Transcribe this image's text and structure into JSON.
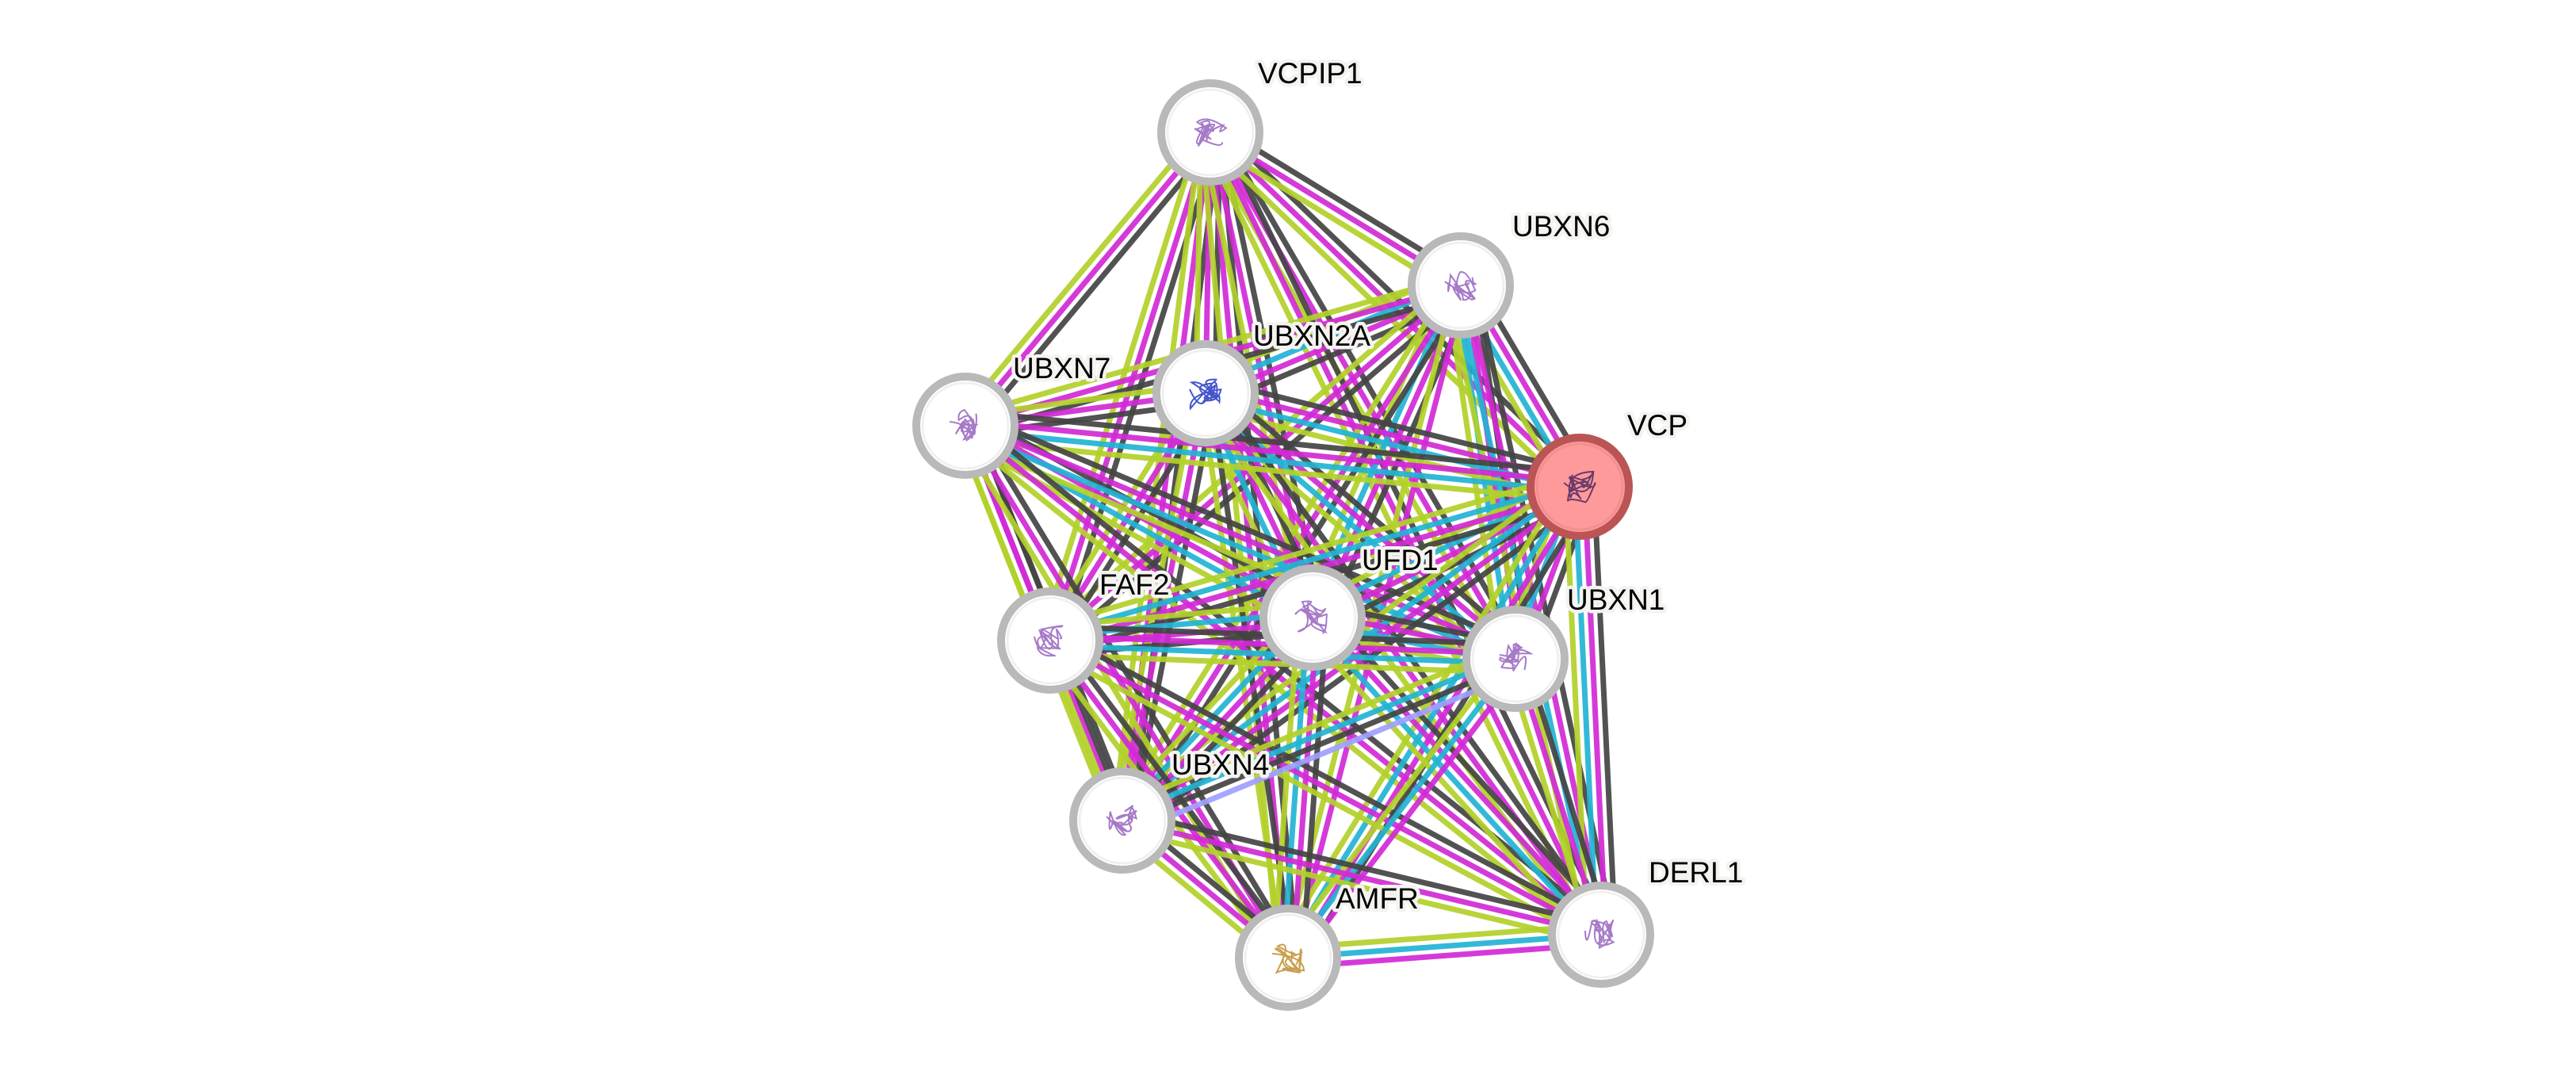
{
  "title": "STRING protein interaction network",
  "channel_colors": {
    "experiments": "#d22ad6",
    "databases": "#22b4d4",
    "textmining": "#b2d12a",
    "coexpression": "#444444",
    "homology": "#a0a0ff"
  },
  "node_style": {
    "ring_color": "#b9b9b9",
    "query_fill": "#ff9a9a",
    "query_ring": "#bb5555",
    "label_halo": "#f4f3ef"
  },
  "nodes": [
    {
      "id": "VCPIP1",
      "label": "VCPIP1",
      "query": false,
      "structure_color": "#a67ac8"
    },
    {
      "id": "UBXN6",
      "label": "UBXN6",
      "query": false,
      "structure_color": "#a67ac8"
    },
    {
      "id": "UBXN2A",
      "label": "UBXN2A",
      "query": false,
      "structure_color": "#4455cc"
    },
    {
      "id": "UBXN7",
      "label": "UBXN7",
      "query": false,
      "structure_color": "#a67ac8"
    },
    {
      "id": "VCP",
      "label": "VCP",
      "query": true,
      "structure_color": "#6a3a6a"
    },
    {
      "id": "UFD1",
      "label": "UFD1",
      "query": false,
      "structure_color": "#a67ac8"
    },
    {
      "id": "FAF2",
      "label": "FAF2",
      "query": false,
      "structure_color": "#a67ac8"
    },
    {
      "id": "UBXN1",
      "label": "UBXN1",
      "query": false,
      "structure_color": "#a67ac8"
    },
    {
      "id": "UBXN4",
      "label": "UBXN4",
      "query": false,
      "structure_color": "#a67ac8"
    },
    {
      "id": "AMFR",
      "label": "AMFR",
      "query": false,
      "structure_color": "#c8a050"
    },
    {
      "id": "DERL1",
      "label": "DERL1",
      "query": false,
      "structure_color": "#a67ac8"
    }
  ],
  "edges": [
    {
      "a": "VCPIP1",
      "b": "UBXN7",
      "channels": [
        "coexpression",
        "experiments",
        "textmining"
      ]
    },
    {
      "a": "VCPIP1",
      "b": "FAF2",
      "channels": [
        "coexpression",
        "experiments",
        "textmining"
      ]
    },
    {
      "a": "VCPIP1",
      "b": "UBXN4",
      "channels": [
        "coexpression",
        "experiments",
        "textmining"
      ]
    },
    {
      "a": "VCPIP1",
      "b": "UBXN2A",
      "channels": [
        "coexpression",
        "experiments",
        "textmining"
      ]
    },
    {
      "a": "VCPIP1",
      "b": "AMFR",
      "channels": [
        "coexpression",
        "experiments",
        "textmining"
      ]
    },
    {
      "a": "VCPIP1",
      "b": "UFD1",
      "channels": [
        "coexpression",
        "experiments",
        "textmining"
      ]
    },
    {
      "a": "VCPIP1",
      "b": "UBXN1",
      "channels": [
        "coexpression",
        "experiments",
        "textmining"
      ]
    },
    {
      "a": "VCPIP1",
      "b": "DERL1",
      "channels": [
        "coexpression",
        "experiments",
        "textmining"
      ]
    },
    {
      "a": "VCPIP1",
      "b": "VCP",
      "channels": [
        "coexpression",
        "experiments",
        "textmining"
      ]
    },
    {
      "a": "VCPIP1",
      "b": "UBXN6",
      "channels": [
        "coexpression",
        "experiments",
        "textmining"
      ]
    },
    {
      "a": "UBXN6",
      "b": "VCP",
      "channels": [
        "coexpression",
        "experiments",
        "databases",
        "textmining"
      ]
    },
    {
      "a": "UBXN6",
      "b": "UBXN2A",
      "channels": [
        "coexpression",
        "experiments",
        "databases",
        "textmining"
      ]
    },
    {
      "a": "UBXN6",
      "b": "UBXN7",
      "channels": [
        "coexpression",
        "experiments",
        "textmining"
      ]
    },
    {
      "a": "UBXN6",
      "b": "UFD1",
      "channels": [
        "coexpression",
        "experiments",
        "databases",
        "textmining"
      ]
    },
    {
      "a": "UBXN6",
      "b": "FAF2",
      "channels": [
        "coexpression",
        "experiments",
        "textmining"
      ]
    },
    {
      "a": "UBXN6",
      "b": "UBXN1",
      "channels": [
        "coexpression",
        "experiments",
        "databases",
        "textmining"
      ]
    },
    {
      "a": "UBXN6",
      "b": "UBXN4",
      "channels": [
        "coexpression",
        "experiments",
        "textmining"
      ]
    },
    {
      "a": "UBXN6",
      "b": "AMFR",
      "channels": [
        "experiments",
        "textmining"
      ]
    },
    {
      "a": "UBXN6",
      "b": "DERL1",
      "channels": [
        "coexpression",
        "experiments",
        "databases",
        "textmining"
      ]
    },
    {
      "a": "UBXN2A",
      "b": "VCP",
      "channels": [
        "coexpression",
        "experiments",
        "databases",
        "textmining"
      ]
    },
    {
      "a": "UBXN2A",
      "b": "UBXN7",
      "channels": [
        "coexpression",
        "experiments",
        "textmining"
      ]
    },
    {
      "a": "UBXN2A",
      "b": "UFD1",
      "channels": [
        "coexpression",
        "experiments",
        "databases",
        "textmining"
      ]
    },
    {
      "a": "UBXN2A",
      "b": "FAF2",
      "channels": [
        "coexpression",
        "experiments",
        "textmining"
      ]
    },
    {
      "a": "UBXN2A",
      "b": "UBXN1",
      "channels": [
        "coexpression",
        "experiments",
        "databases",
        "textmining"
      ]
    },
    {
      "a": "UBXN2A",
      "b": "UBXN4",
      "channels": [
        "coexpression",
        "experiments",
        "textmining"
      ]
    },
    {
      "a": "UBXN2A",
      "b": "AMFR",
      "channels": [
        "coexpression",
        "textmining"
      ]
    },
    {
      "a": "UBXN2A",
      "b": "DERL1",
      "channels": [
        "coexpression",
        "experiments",
        "textmining"
      ]
    },
    {
      "a": "UBXN7",
      "b": "VCP",
      "channels": [
        "coexpression",
        "experiments",
        "databases",
        "textmining"
      ]
    },
    {
      "a": "UBXN7",
      "b": "FAF2",
      "channels": [
        "coexpression",
        "experiments",
        "textmining"
      ]
    },
    {
      "a": "UBXN7",
      "b": "UFD1",
      "channels": [
        "coexpression",
        "experiments",
        "databases",
        "textmining"
      ]
    },
    {
      "a": "UBXN7",
      "b": "UBXN1",
      "channels": [
        "coexpression",
        "experiments",
        "databases",
        "textmining"
      ]
    },
    {
      "a": "UBXN7",
      "b": "UBXN4",
      "channels": [
        "coexpression",
        "experiments",
        "textmining"
      ]
    },
    {
      "a": "UBXN7",
      "b": "AMFR",
      "channels": [
        "coexpression",
        "experiments",
        "textmining"
      ]
    },
    {
      "a": "UBXN7",
      "b": "DERL1",
      "channels": [
        "coexpression",
        "experiments",
        "textmining"
      ]
    },
    {
      "a": "VCP",
      "b": "UFD1",
      "channels": [
        "coexpression",
        "experiments",
        "databases",
        "textmining"
      ]
    },
    {
      "a": "VCP",
      "b": "FAF2",
      "channels": [
        "coexpression",
        "experiments",
        "databases",
        "textmining"
      ]
    },
    {
      "a": "VCP",
      "b": "UBXN1",
      "channels": [
        "coexpression",
        "experiments",
        "databases",
        "textmining"
      ]
    },
    {
      "a": "VCP",
      "b": "UBXN4",
      "channels": [
        "coexpression",
        "experiments",
        "databases",
        "textmining"
      ]
    },
    {
      "a": "VCP",
      "b": "AMFR",
      "channels": [
        "coexpression",
        "experiments",
        "databases",
        "textmining"
      ]
    },
    {
      "a": "VCP",
      "b": "DERL1",
      "channels": [
        "coexpression",
        "experiments",
        "databases",
        "textmining"
      ]
    },
    {
      "a": "UFD1",
      "b": "FAF2",
      "channels": [
        "coexpression",
        "experiments",
        "databases",
        "textmining"
      ]
    },
    {
      "a": "UFD1",
      "b": "UBXN1",
      "channels": [
        "coexpression",
        "experiments",
        "databases",
        "textmining"
      ]
    },
    {
      "a": "UFD1",
      "b": "UBXN4",
      "channels": [
        "coexpression",
        "experiments",
        "databases",
        "textmining"
      ]
    },
    {
      "a": "UFD1",
      "b": "AMFR",
      "channels": [
        "coexpression",
        "experiments",
        "databases",
        "textmining"
      ]
    },
    {
      "a": "UFD1",
      "b": "DERL1",
      "channels": [
        "coexpression",
        "experiments",
        "databases",
        "textmining"
      ]
    },
    {
      "a": "FAF2",
      "b": "UBXN1",
      "channels": [
        "coexpression",
        "experiments",
        "databases",
        "textmining"
      ]
    },
    {
      "a": "FAF2",
      "b": "UBXN4",
      "channels": [
        "coexpression",
        "textmining"
      ]
    },
    {
      "a": "FAF2",
      "b": "AMFR",
      "channels": [
        "coexpression",
        "experiments",
        "textmining"
      ]
    },
    {
      "a": "FAF2",
      "b": "DERL1",
      "channels": [
        "coexpression",
        "experiments",
        "textmining"
      ]
    },
    {
      "a": "UBXN1",
      "b": "UBXN4",
      "channels": [
        "homology",
        "coexpression",
        "databases",
        "textmining"
      ]
    },
    {
      "a": "UBXN1",
      "b": "AMFR",
      "channels": [
        "experiments",
        "databases",
        "textmining"
      ]
    },
    {
      "a": "UBXN1",
      "b": "DERL1",
      "channels": [
        "coexpression",
        "experiments",
        "textmining"
      ]
    },
    {
      "a": "UBXN4",
      "b": "AMFR",
      "channels": [
        "coexpression",
        "experiments",
        "textmining"
      ]
    },
    {
      "a": "UBXN4",
      "b": "DERL1",
      "channels": [
        "coexpression",
        "experiments",
        "textmining"
      ]
    },
    {
      "a": "AMFR",
      "b": "DERL1",
      "channels": [
        "textmining",
        "databases",
        "experiments"
      ]
    }
  ]
}
